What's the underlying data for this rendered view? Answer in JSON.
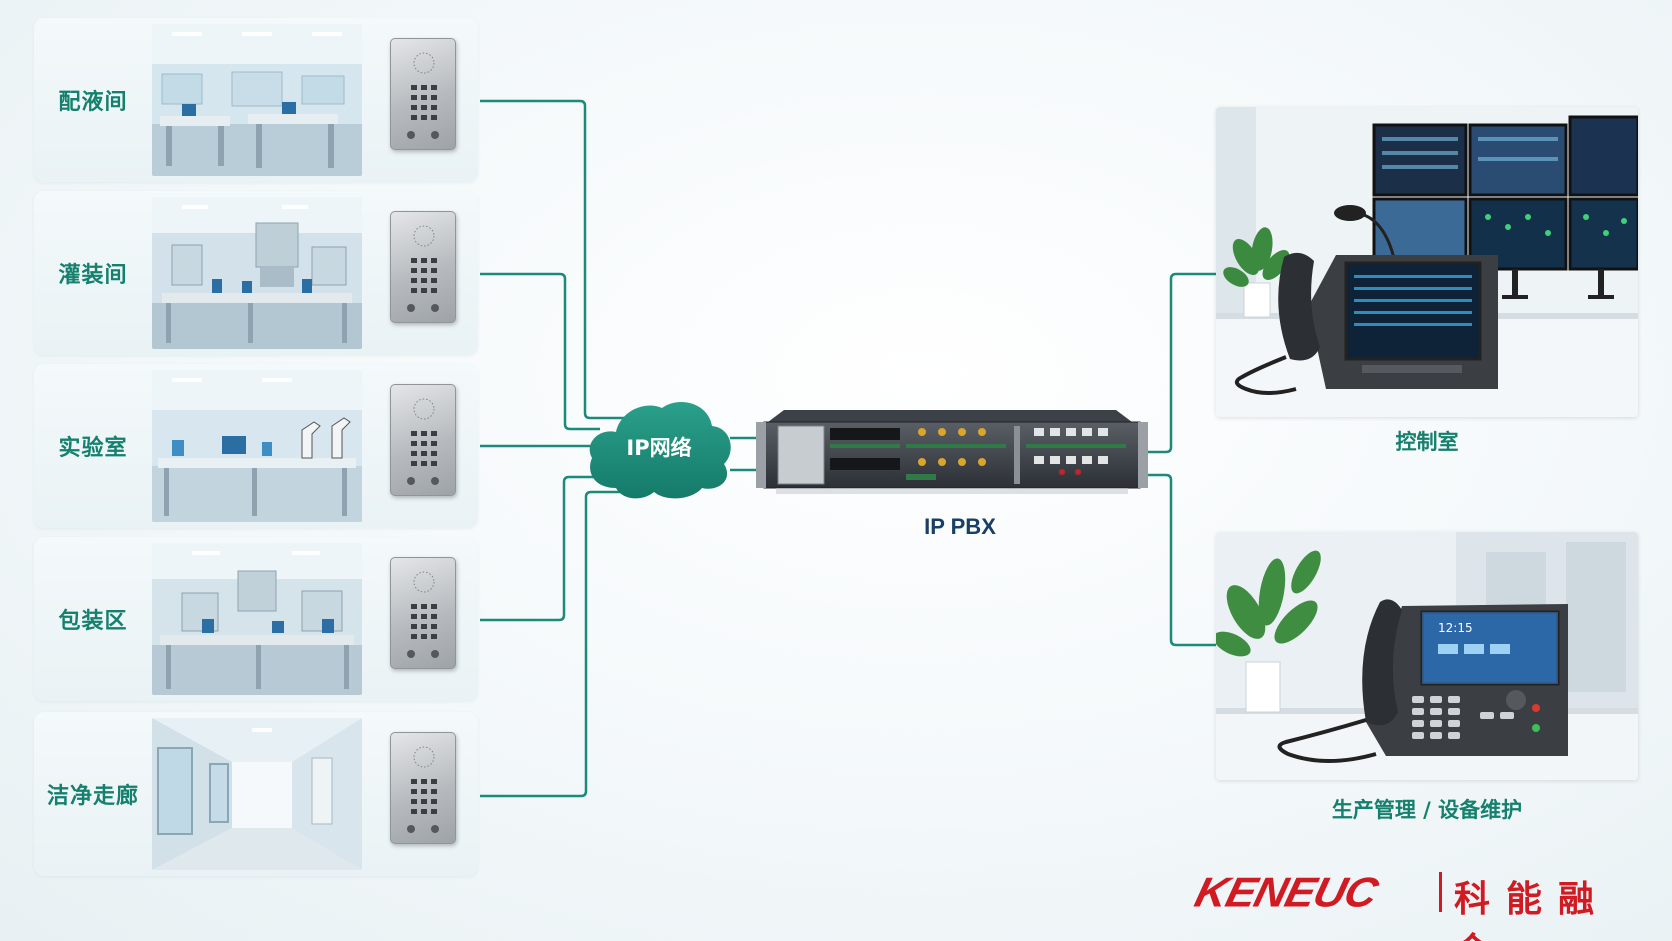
{
  "locations": [
    {
      "label": "配液间"
    },
    {
      "label": "灌装间"
    },
    {
      "label": "实验室"
    },
    {
      "label": "包装区"
    },
    {
      "label": "洁净走廊"
    }
  ],
  "network": {
    "label": "IP网络"
  },
  "pbx": {
    "label": "IP PBX"
  },
  "rooms": [
    {
      "label": "控制室"
    },
    {
      "label": "生产管理 / 设备维护"
    }
  ],
  "phone_screen_time": "12:15",
  "brand": {
    "en": "KENEUC",
    "cn": "科能融合"
  },
  "colors": {
    "accent": "#15806d",
    "line": "#1c8a7a",
    "cloud": "#1c8d7b",
    "pbx_label": "#1a3f67",
    "brand": "#d11b22"
  }
}
